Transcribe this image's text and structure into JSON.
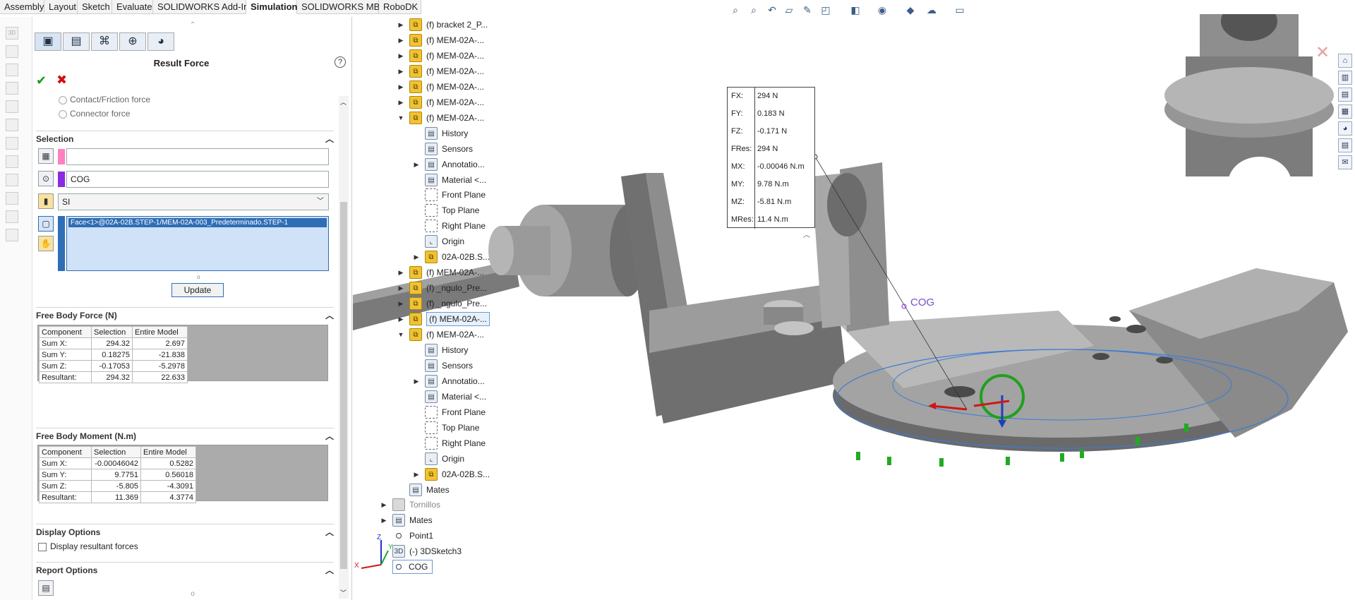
{
  "tabs": [
    {
      "label": "Assembly",
      "active": false
    },
    {
      "label": "Layout",
      "active": false
    },
    {
      "label": "Sketch",
      "active": false
    },
    {
      "label": "Evaluate",
      "active": false
    },
    {
      "label": "SOLIDWORKS Add-Ins",
      "active": false
    },
    {
      "label": "Simulation",
      "active": true
    },
    {
      "label": "SOLIDWORKS MBD",
      "active": false
    },
    {
      "label": "RoboDK",
      "active": false
    }
  ],
  "panel": {
    "title": "Result Force",
    "help": "?",
    "ok": "✔",
    "cancel": "✖",
    "options": [
      {
        "label": "Contact/Friction force"
      },
      {
        "label": "Connector force"
      }
    ],
    "selection": {
      "header": "Selection",
      "field1": "",
      "field2": "COG",
      "units": "SI",
      "selected_face": "Face<1>@02A-02B.STEP-1/MEM-02A-003_Predeterminado.STEP-1",
      "update": "Update"
    },
    "free_body_force": {
      "header": "Free Body Force (N)",
      "columns": [
        "Component",
        "Selection",
        "Entire Model"
      ],
      "rows": [
        [
          "Sum X:",
          "294.32",
          "2.697"
        ],
        [
          "Sum Y:",
          "0.18275",
          "-21.838"
        ],
        [
          "Sum Z:",
          "-0.17053",
          "-5.2978"
        ],
        [
          "Resultant:",
          "294.32",
          "22.633"
        ]
      ]
    },
    "free_body_moment": {
      "header": "Free Body Moment (N.m)",
      "columns": [
        "Component",
        "Selection",
        "Entire Model"
      ],
      "rows": [
        [
          "Sum X:",
          "-0.00046042",
          "0.5282"
        ],
        [
          "Sum Y:",
          "9.7751",
          "0.56018"
        ],
        [
          "Sum Z:",
          "-5.805",
          "-4.3091"
        ],
        [
          "Resultant:",
          "11.369",
          "4.3774"
        ]
      ]
    },
    "display_options": {
      "header": "Display Options",
      "checkbox_label": "Display resultant forces",
      "checked": false
    },
    "report_options": {
      "header": "Report Options"
    }
  },
  "tree": {
    "items": [
      {
        "label": "(f) bracket 2_P...",
        "type": "part",
        "arrow": "▶",
        "indent": 0
      },
      {
        "label": "(f) MEM-02A-...",
        "type": "part",
        "arrow": "▶",
        "indent": 0
      },
      {
        "label": "(f) MEM-02A-...",
        "type": "part",
        "arrow": "▶",
        "indent": 0
      },
      {
        "label": "(f) MEM-02A-...",
        "type": "part",
        "arrow": "▶",
        "indent": 0
      },
      {
        "label": "(f) MEM-02A-...",
        "type": "part",
        "arrow": "▶",
        "indent": 0
      },
      {
        "label": "(f) MEM-02A-...",
        "type": "part",
        "arrow": "▶",
        "indent": 0
      },
      {
        "label": "(f) MEM-02A-...",
        "type": "part",
        "arrow": "▼",
        "indent": 0
      },
      {
        "label": "History",
        "type": "doc",
        "arrow": "",
        "indent": 1
      },
      {
        "label": "Sensors",
        "type": "doc",
        "arrow": "",
        "indent": 1
      },
      {
        "label": "Annotatio...",
        "type": "doc",
        "arrow": "▶",
        "indent": 1
      },
      {
        "label": "Material <...",
        "type": "doc",
        "arrow": "",
        "indent": 1
      },
      {
        "label": "Front Plane",
        "type": "plane",
        "arrow": "",
        "indent": 1
      },
      {
        "label": "Top Plane",
        "type": "plane",
        "arrow": "",
        "indent": 1
      },
      {
        "label": "Right Plane",
        "type": "plane",
        "arrow": "",
        "indent": 1
      },
      {
        "label": "Origin",
        "type": "origin",
        "arrow": "",
        "indent": 1
      },
      {
        "label": "02A-02B.S...",
        "type": "part",
        "arrow": "▶",
        "indent": 1
      },
      {
        "label": "(f) MEM-02A-...",
        "type": "part",
        "arrow": "▶",
        "indent": 0
      },
      {
        "label": "(f) _ngulo_Pre...",
        "type": "part",
        "arrow": "▶",
        "indent": 0
      },
      {
        "label": "(f) _ngulo_Pre...",
        "type": "part",
        "arrow": "▶",
        "indent": 0
      },
      {
        "label": "(f) MEM-02A-...",
        "type": "part",
        "arrow": "▶",
        "indent": 0,
        "selected": true
      },
      {
        "label": "(f) MEM-02A-...",
        "type": "part",
        "arrow": "▼",
        "indent": 0
      },
      {
        "label": "History",
        "type": "doc",
        "arrow": "",
        "indent": 1
      },
      {
        "label": "Sensors",
        "type": "doc",
        "arrow": "",
        "indent": 1
      },
      {
        "label": "Annotatio...",
        "type": "doc",
        "arrow": "▶",
        "indent": 1
      },
      {
        "label": "Material <...",
        "type": "doc",
        "arrow": "",
        "indent": 1
      },
      {
        "label": "Front Plane",
        "type": "plane",
        "arrow": "",
        "indent": 1
      },
      {
        "label": "Top Plane",
        "type": "plane",
        "arrow": "",
        "indent": 1
      },
      {
        "label": "Right Plane",
        "type": "plane",
        "arrow": "",
        "indent": 1
      },
      {
        "label": "Origin",
        "type": "origin",
        "arrow": "",
        "indent": 1
      },
      {
        "label": "02A-02B.S...",
        "type": "part",
        "arrow": "▶",
        "indent": 1
      },
      {
        "label": "Mates",
        "type": "doc",
        "arrow": "",
        "indent": 0
      },
      {
        "label": "Tornillos",
        "type": "folder",
        "arrow": "▶",
        "indent": -1,
        "dim": true
      },
      {
        "label": "Mates",
        "type": "doc",
        "arrow": "▶",
        "indent": -1
      },
      {
        "label": "Point1",
        "type": "dot",
        "arrow": "",
        "indent": -1
      },
      {
        "label": "(-) 3DSketch3",
        "type": "sketch3d",
        "arrow": "",
        "indent": -1
      },
      {
        "label": "COG",
        "type": "dot",
        "arrow": "",
        "indent": -1,
        "boxed": true
      }
    ]
  },
  "viewport": {
    "cog_label": "COG",
    "triad": {
      "x": "X",
      "y": "Y",
      "z": "Z"
    },
    "result_callout": [
      {
        "key": "FX:",
        "value": "294 N"
      },
      {
        "key": "FY:",
        "value": "0.183 N"
      },
      {
        "key": "FZ:",
        "value": "-0.171 N"
      },
      {
        "key": "FRes:",
        "value": "294 N"
      },
      {
        "key": "MX:",
        "value": "-0.00046 N.m"
      },
      {
        "key": "MY:",
        "value": "9.78 N.m"
      },
      {
        "key": "MZ:",
        "value": "-5.81 N.m"
      },
      {
        "key": "MRes:",
        "value": "11.4 N.m"
      }
    ]
  },
  "colors": {
    "accent": "#2f6db5",
    "ok": "#1e9a1e",
    "cancel": "#d01010",
    "model_gray": "#8a8a8a",
    "fixture_green": "#22aa22",
    "swatch_pink": "#ff80c0",
    "swatch_purple": "#8a2be2"
  }
}
